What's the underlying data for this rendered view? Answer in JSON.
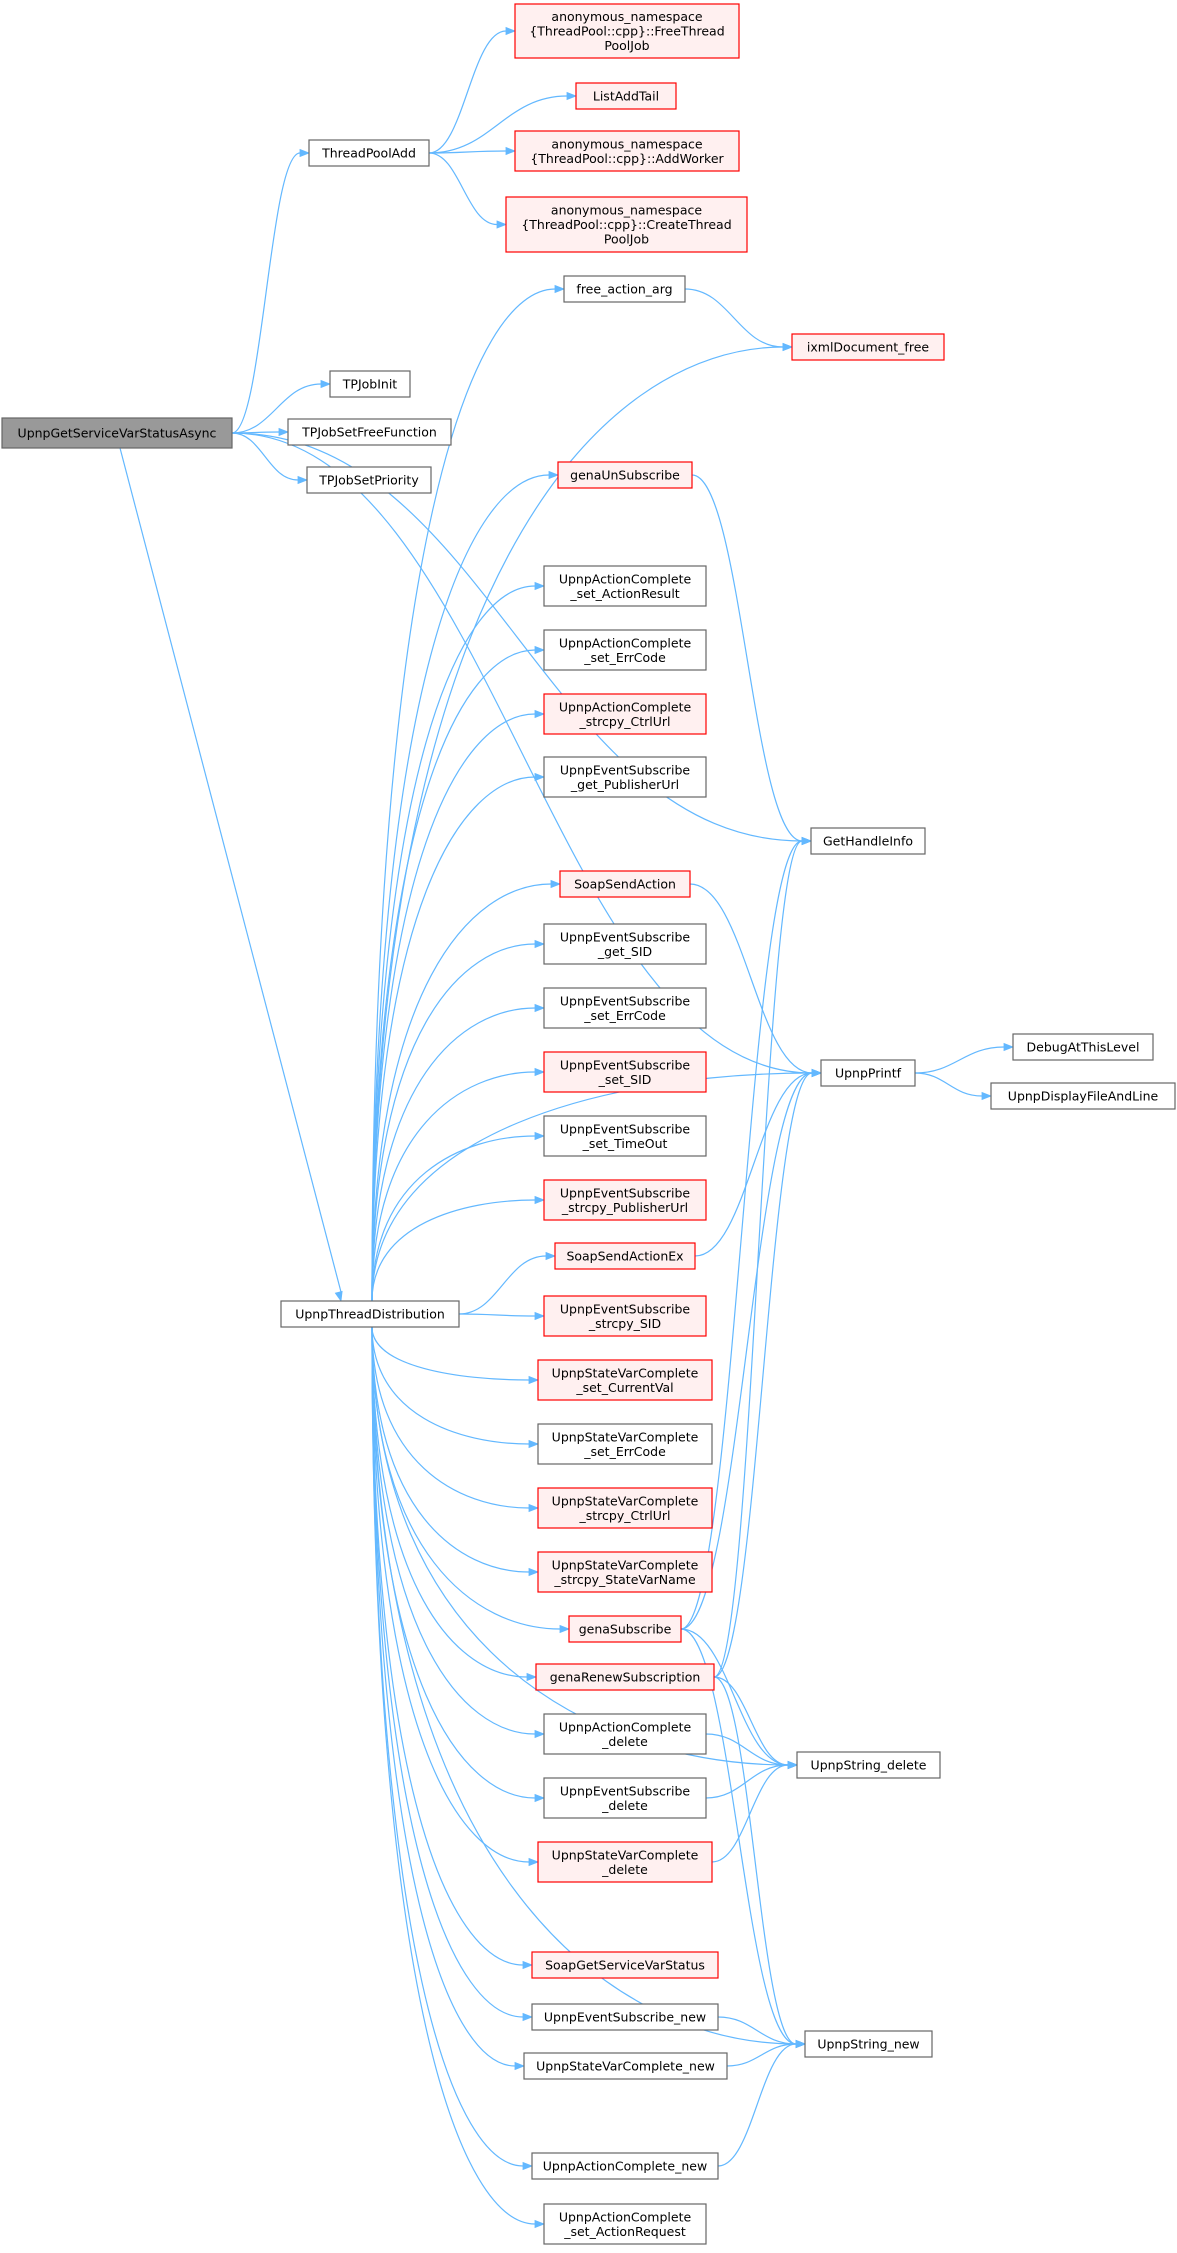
{
  "colors": {
    "root_fill": "#999999",
    "root_stroke": "#666666",
    "normal_fill": "#ffffff",
    "normal_stroke": "#666666",
    "red_fill": "#fff0f0",
    "red_stroke": "#ff0000",
    "edge": "#63b8ff"
  },
  "nodes": [
    {
      "id": "root",
      "kind": "root",
      "lines": [
        "UpnpGetServiceVarStatusAsync"
      ]
    },
    {
      "id": "threadpooladd",
      "kind": "normal",
      "lines": [
        "ThreadPoolAdd"
      ]
    },
    {
      "id": "freethreadpooljob",
      "kind": "red",
      "lines": [
        "anonymous_namespace",
        "{ThreadPool::cpp}::FreeThread",
        "PoolJob"
      ]
    },
    {
      "id": "listaddtail",
      "kind": "red",
      "lines": [
        "ListAddTail"
      ]
    },
    {
      "id": "addworker",
      "kind": "red",
      "lines": [
        "anonymous_namespace",
        "{ThreadPool::cpp}::AddWorker"
      ]
    },
    {
      "id": "createthreadpooljob",
      "kind": "red",
      "lines": [
        "anonymous_namespace",
        "{ThreadPool::cpp}::CreateThread",
        "PoolJob"
      ]
    },
    {
      "id": "freeactionarg",
      "kind": "normal",
      "lines": [
        "free_action_arg"
      ]
    },
    {
      "id": "ixmldocumentfree",
      "kind": "red",
      "lines": [
        "ixmlDocument_free"
      ]
    },
    {
      "id": "tpjobinit",
      "kind": "normal",
      "lines": [
        "TPJobInit"
      ]
    },
    {
      "id": "tpjobsetfreefunction",
      "kind": "normal",
      "lines": [
        "TPJobSetFreeFunction"
      ]
    },
    {
      "id": "tpjobsetpriority",
      "kind": "normal",
      "lines": [
        "TPJobSetPriority"
      ]
    },
    {
      "id": "genaunsubscribe",
      "kind": "red",
      "lines": [
        "genaUnSubscribe"
      ]
    },
    {
      "id": "ac_set_actionresult",
      "kind": "normal",
      "lines": [
        "UpnpActionComplete",
        "_set_ActionResult"
      ]
    },
    {
      "id": "ac_set_errcode",
      "kind": "normal",
      "lines": [
        "UpnpActionComplete",
        "_set_ErrCode"
      ]
    },
    {
      "id": "ac_strcpy_ctrlurl",
      "kind": "red",
      "lines": [
        "UpnpActionComplete",
        "_strcpy_CtrlUrl"
      ]
    },
    {
      "id": "es_get_publisherurl",
      "kind": "normal",
      "lines": [
        "UpnpEventSubscribe",
        "_get_PublisherUrl"
      ]
    },
    {
      "id": "gethandleinfo",
      "kind": "normal",
      "lines": [
        "GetHandleInfo"
      ]
    },
    {
      "id": "soapsendaction",
      "kind": "red",
      "lines": [
        "SoapSendAction"
      ]
    },
    {
      "id": "es_get_sid",
      "kind": "normal",
      "lines": [
        "UpnpEventSubscribe",
        "_get_SID"
      ]
    },
    {
      "id": "es_set_errcode",
      "kind": "normal",
      "lines": [
        "UpnpEventSubscribe",
        "_set_ErrCode"
      ]
    },
    {
      "id": "upnpprintf",
      "kind": "normal",
      "lines": [
        "UpnpPrintf"
      ]
    },
    {
      "id": "debugatthislevel",
      "kind": "normal",
      "lines": [
        "DebugAtThisLevel"
      ]
    },
    {
      "id": "es_set_sid",
      "kind": "red",
      "lines": [
        "UpnpEventSubscribe",
        "_set_SID"
      ]
    },
    {
      "id": "upnpdisplayfileandline",
      "kind": "normal",
      "lines": [
        "UpnpDisplayFileAndLine"
      ]
    },
    {
      "id": "es_set_timeout",
      "kind": "normal",
      "lines": [
        "UpnpEventSubscribe",
        "_set_TimeOut"
      ]
    },
    {
      "id": "es_strcpy_publisherurl",
      "kind": "red",
      "lines": [
        "UpnpEventSubscribe",
        "_strcpy_PublisherUrl"
      ]
    },
    {
      "id": "soapsendactionex",
      "kind": "red",
      "lines": [
        "SoapSendActionEx"
      ]
    },
    {
      "id": "upnpthreaddistribution",
      "kind": "normal",
      "lines": [
        "UpnpThreadDistribution"
      ]
    },
    {
      "id": "es_strcpy_sid",
      "kind": "red",
      "lines": [
        "UpnpEventSubscribe",
        "_strcpy_SID"
      ]
    },
    {
      "id": "svc_set_currentval",
      "kind": "red",
      "lines": [
        "UpnpStateVarComplete",
        "_set_CurrentVal"
      ]
    },
    {
      "id": "svc_set_errcode",
      "kind": "normal",
      "lines": [
        "UpnpStateVarComplete",
        "_set_ErrCode"
      ]
    },
    {
      "id": "svc_strcpy_ctrlurl",
      "kind": "red",
      "lines": [
        "UpnpStateVarComplete",
        "_strcpy_CtrlUrl"
      ]
    },
    {
      "id": "svc_strcpy_statevarname",
      "kind": "red",
      "lines": [
        "UpnpStateVarComplete",
        "_strcpy_StateVarName"
      ]
    },
    {
      "id": "genasubscribe",
      "kind": "red",
      "lines": [
        "genaSubscribe"
      ]
    },
    {
      "id": "genarenewsubscription",
      "kind": "red",
      "lines": [
        "genaRenewSubscription"
      ]
    },
    {
      "id": "ac_delete",
      "kind": "normal",
      "lines": [
        "UpnpActionComplete",
        "_delete"
      ]
    },
    {
      "id": "upnpstringdelete",
      "kind": "normal",
      "lines": [
        "UpnpString_delete"
      ]
    },
    {
      "id": "es_delete",
      "kind": "normal",
      "lines": [
        "UpnpEventSubscribe",
        "_delete"
      ]
    },
    {
      "id": "svc_delete",
      "kind": "red",
      "lines": [
        "UpnpStateVarComplete",
        "_delete"
      ]
    },
    {
      "id": "soapgetservicevarstatus",
      "kind": "red",
      "lines": [
        "SoapGetServiceVarStatus"
      ]
    },
    {
      "id": "es_new",
      "kind": "normal",
      "lines": [
        "UpnpEventSubscribe_new"
      ]
    },
    {
      "id": "upnpstringnew",
      "kind": "normal",
      "lines": [
        "UpnpString_new"
      ]
    },
    {
      "id": "svc_new",
      "kind": "normal",
      "lines": [
        "UpnpStateVarComplete_new"
      ]
    },
    {
      "id": "ac_new",
      "kind": "normal",
      "lines": [
        "UpnpActionComplete_new"
      ]
    },
    {
      "id": "ac_set_actionrequest",
      "kind": "normal",
      "lines": [
        "UpnpActionComplete",
        "_set_ActionRequest"
      ]
    }
  ],
  "edges": [
    [
      "root",
      "threadpooladd"
    ],
    [
      "root",
      "gethandleinfo"
    ],
    [
      "root",
      "tpjobinit"
    ],
    [
      "root",
      "tpjobsetfreefunction"
    ],
    [
      "root",
      "tpjobsetpriority"
    ],
    [
      "root",
      "upnpprintf"
    ],
    [
      "root",
      "upnpthreaddistribution"
    ],
    [
      "threadpooladd",
      "freethreadpooljob"
    ],
    [
      "threadpooladd",
      "listaddtail"
    ],
    [
      "threadpooladd",
      "addworker"
    ],
    [
      "threadpooladd",
      "createthreadpooljob"
    ],
    [
      "freeactionarg",
      "ixmldocumentfree"
    ],
    [
      "genaunsubscribe",
      "gethandleinfo"
    ],
    [
      "soapsendaction",
      "upnpprintf"
    ],
    [
      "soapsendactionex",
      "upnpprintf"
    ],
    [
      "upnpprintf",
      "debugatthislevel"
    ],
    [
      "upnpprintf",
      "upnpdisplayfileandline"
    ],
    [
      "genasubscribe",
      "gethandleinfo"
    ],
    [
      "genasubscribe",
      "upnpprintf"
    ],
    [
      "genasubscribe",
      "upnpstringdelete"
    ],
    [
      "genasubscribe",
      "upnpstringnew"
    ],
    [
      "genarenewsubscription",
      "gethandleinfo"
    ],
    [
      "genarenewsubscription",
      "upnpprintf"
    ],
    [
      "genarenewsubscription",
      "upnpstringdelete"
    ],
    [
      "genarenewsubscription",
      "upnpstringnew"
    ],
    [
      "ac_delete",
      "upnpstringdelete"
    ],
    [
      "es_delete",
      "upnpstringdelete"
    ],
    [
      "svc_delete",
      "upnpstringdelete"
    ],
    [
      "es_new",
      "upnpstringnew"
    ],
    [
      "svc_new",
      "upnpstringnew"
    ],
    [
      "ac_new",
      "upnpstringnew"
    ],
    [
      "upnpthreaddistribution",
      "freeactionarg"
    ],
    [
      "upnpthreaddistribution",
      "ixmldocumentfree"
    ],
    [
      "upnpthreaddistribution",
      "genaunsubscribe"
    ],
    [
      "upnpthreaddistribution",
      "ac_set_actionresult"
    ],
    [
      "upnpthreaddistribution",
      "ac_set_errcode"
    ],
    [
      "upnpthreaddistribution",
      "ac_strcpy_ctrlurl"
    ],
    [
      "upnpthreaddistribution",
      "es_get_publisherurl"
    ],
    [
      "upnpthreaddistribution",
      "upnpprintf"
    ],
    [
      "upnpthreaddistribution",
      "soapsendaction"
    ],
    [
      "upnpthreaddistribution",
      "es_get_sid"
    ],
    [
      "upnpthreaddistribution",
      "es_set_errcode"
    ],
    [
      "upnpthreaddistribution",
      "es_set_sid"
    ],
    [
      "upnpthreaddistribution",
      "es_set_timeout"
    ],
    [
      "upnpthreaddistribution",
      "es_strcpy_publisherurl"
    ],
    [
      "upnpthreaddistribution",
      "soapsendactionex"
    ],
    [
      "upnpthreaddistribution",
      "es_strcpy_sid"
    ],
    [
      "upnpthreaddistribution",
      "svc_set_currentval"
    ],
    [
      "upnpthreaddistribution",
      "svc_set_errcode"
    ],
    [
      "upnpthreaddistribution",
      "svc_strcpy_ctrlurl"
    ],
    [
      "upnpthreaddistribution",
      "svc_strcpy_statevarname"
    ],
    [
      "upnpthreaddistribution",
      "genasubscribe"
    ],
    [
      "upnpthreaddistribution",
      "genarenewsubscription"
    ],
    [
      "upnpthreaddistribution",
      "ac_delete"
    ],
    [
      "upnpthreaddistribution",
      "es_delete"
    ],
    [
      "upnpthreaddistribution",
      "svc_delete"
    ],
    [
      "upnpthreaddistribution",
      "upnpstringdelete"
    ],
    [
      "upnpthreaddistribution",
      "soapgetservicevarstatus"
    ],
    [
      "upnpthreaddistribution",
      "es_new"
    ],
    [
      "upnpthreaddistribution",
      "svc_new"
    ],
    [
      "upnpthreaddistribution",
      "upnpstringnew"
    ],
    [
      "upnpthreaddistribution",
      "ac_new"
    ],
    [
      "upnpthreaddistribution",
      "ac_set_actionrequest"
    ]
  ]
}
